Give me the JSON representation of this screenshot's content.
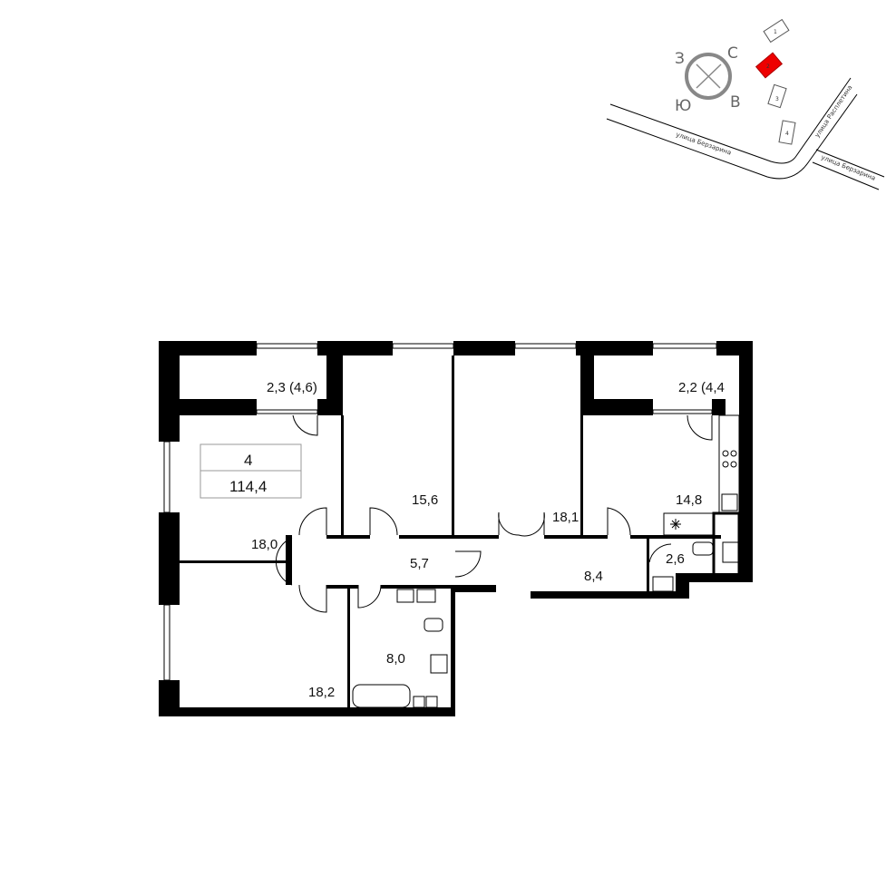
{
  "location_map": {
    "compass": {
      "north": "С",
      "south": "Ю",
      "west": "З",
      "east": "В"
    },
    "buildings": [
      "1",
      "2",
      "3",
      "4"
    ],
    "selected_building": "2",
    "selected_color": "#e00000",
    "streets": [
      "улица Берзарина",
      "улица Расплетина",
      "улица Берзарина"
    ]
  },
  "apartment": {
    "rooms_count": "4",
    "total_area": "114,4"
  },
  "rooms": [
    {
      "area": "2,3 (4,6)"
    },
    {
      "area": "2,2 (4,4"
    },
    {
      "area": "15,6"
    },
    {
      "area": "18,1"
    },
    {
      "area": "14,8"
    },
    {
      "area": "18,0"
    },
    {
      "area": "5,7"
    },
    {
      "area": "8,4"
    },
    {
      "area": "2,6"
    },
    {
      "area": "8,0"
    },
    {
      "area": "18,2"
    }
  ]
}
